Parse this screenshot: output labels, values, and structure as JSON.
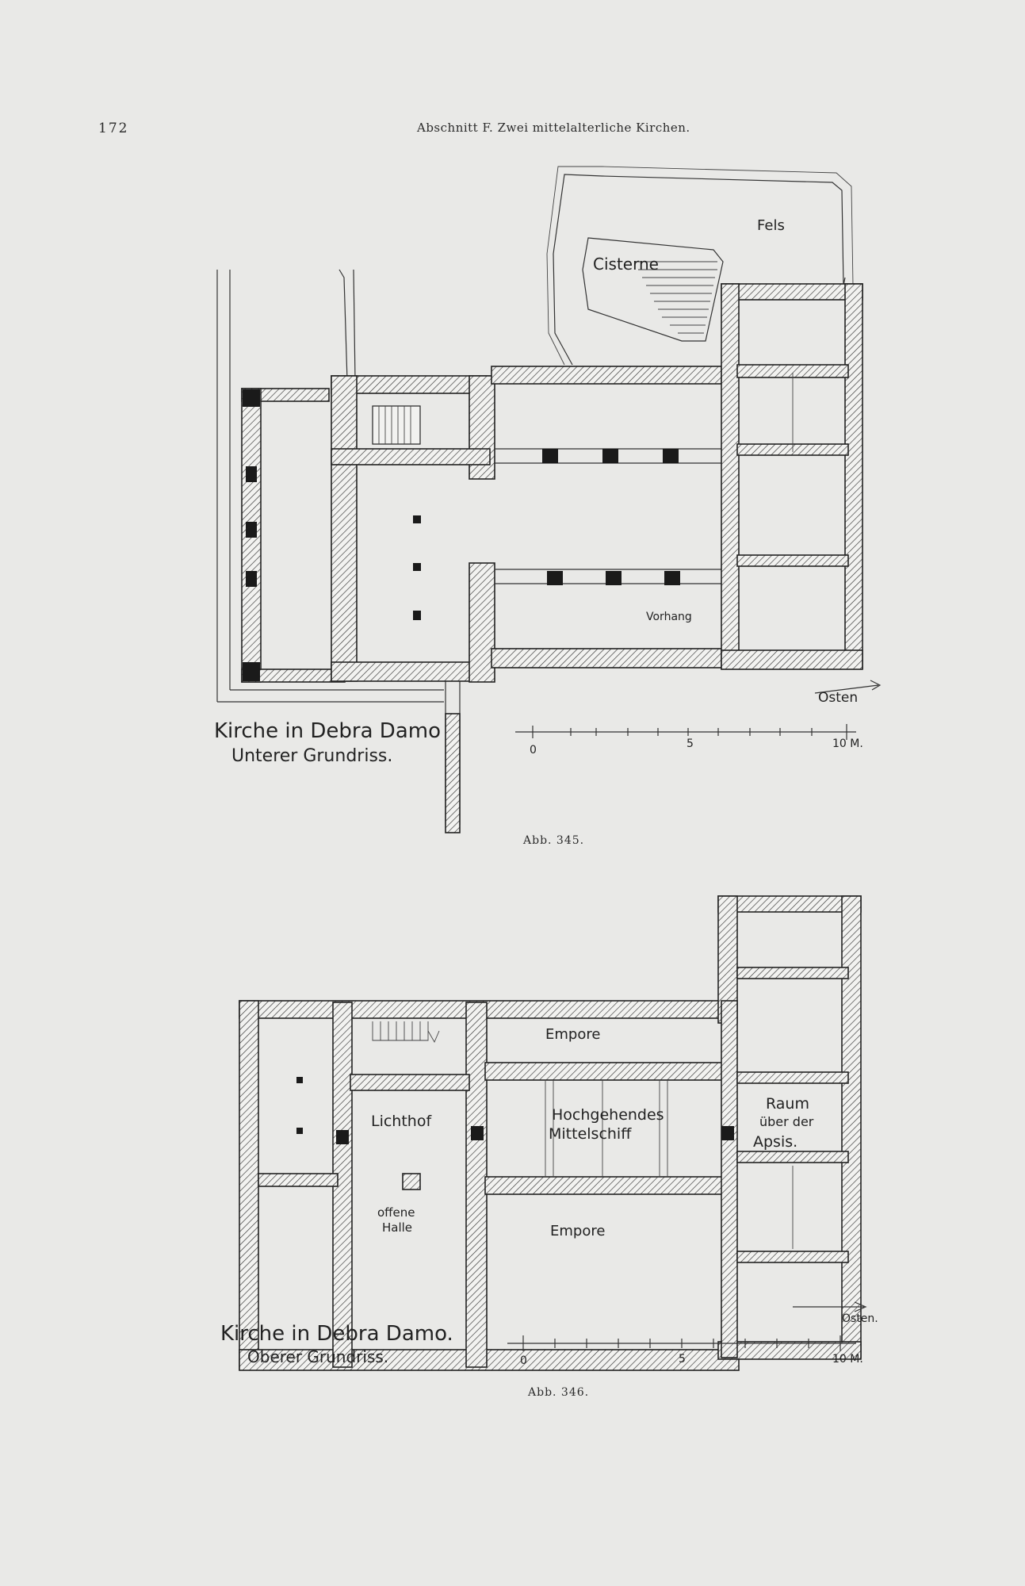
{
  "header": {
    "page_number": "172",
    "running_head": "Abschnitt F. Zwei mittelalterliche Kirchen."
  },
  "figures": [
    {
      "caption": "Abb. 345.",
      "title_line1": "Kirche in Debra Damo",
      "title_line2": "Unterer Grundriss.",
      "labels": {
        "fels": "Fels",
        "cisterne": "Cisterne",
        "vorhang": "Vorhang",
        "osten": "Osten"
      },
      "scale": {
        "start": "0",
        "mid": "5",
        "end": "10 M."
      }
    },
    {
      "caption": "Abb. 346.",
      "title_line1": "Kirche in Debra Damo.",
      "title_line2": "Oberer Grundriss.",
      "labels": {
        "empore_top": "Empore",
        "empore_bottom": "Empore",
        "lichthof": "Lichthof",
        "hochgehendes": "Hochgehendes",
        "mittelschiff": "Mittelschiff",
        "raum": "Raum",
        "ueber_der": "über der",
        "apsis": "Apsis.",
        "offene": "offene",
        "halle": "Halle",
        "osten": "Osten."
      },
      "scale": {
        "start": "0",
        "mid": "5",
        "end": "10 M."
      }
    }
  ]
}
